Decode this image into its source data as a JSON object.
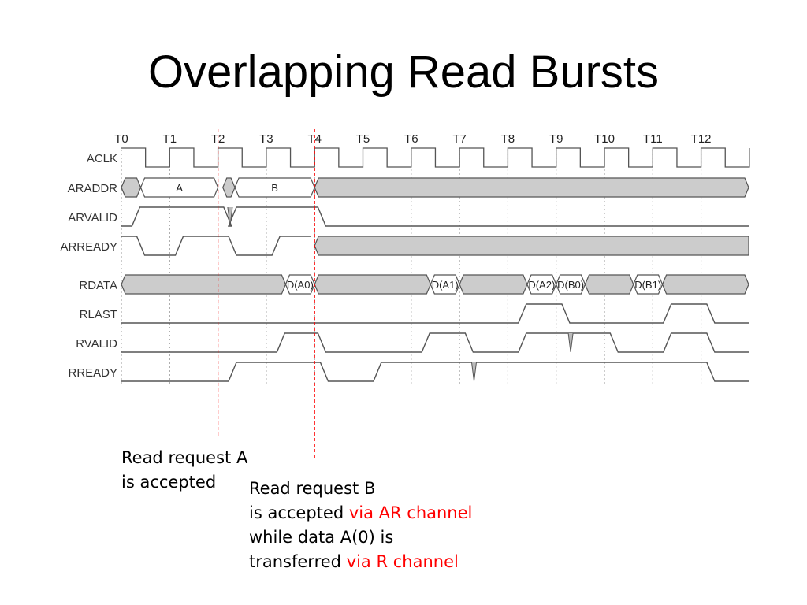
{
  "title": "Overlapping Read Bursts",
  "colors": {
    "accent_red": "#ff0000",
    "bus_fill": "#cccccc",
    "line": "#555555"
  },
  "diagram": {
    "cycles": [
      "T0",
      "T1",
      "T2",
      "T3",
      "T4",
      "T5",
      "T6",
      "T7",
      "T8",
      "T9",
      "T10",
      "T11",
      "T12"
    ],
    "signals": [
      "ACLK",
      "ARADDR",
      "ARVALID",
      "ARREADY",
      "RDATA",
      "RLAST",
      "RVALID",
      "RREADY"
    ],
    "araddr": {
      "segments": [
        {
          "from": 0,
          "to": 0.4,
          "kind": "invalid"
        },
        {
          "from": 0.4,
          "to": 2.0,
          "kind": "value",
          "label": "A"
        },
        {
          "from": 2.1,
          "to": 2.35,
          "kind": "invalid"
        },
        {
          "from": 2.35,
          "to": 4.0,
          "kind": "value",
          "label": "B"
        },
        {
          "from": 4.0,
          "to": 13.0,
          "kind": "invalid"
        }
      ]
    },
    "rdata": {
      "segments": [
        {
          "from": 0,
          "to": 3.4,
          "kind": "invalid"
        },
        {
          "from": 3.4,
          "to": 4.0,
          "kind": "value",
          "label": "D(A0)"
        },
        {
          "from": 4.0,
          "to": 6.4,
          "kind": "invalid"
        },
        {
          "from": 6.4,
          "to": 7.0,
          "kind": "value",
          "label": "D(A1)"
        },
        {
          "from": 7.0,
          "to": 8.4,
          "kind": "invalid"
        },
        {
          "from": 8.4,
          "to": 9.0,
          "kind": "value",
          "label": "D(A2)"
        },
        {
          "from": 9.0,
          "to": 9.6,
          "kind": "value",
          "label": "D(B0)"
        },
        {
          "from": 9.6,
          "to": 10.6,
          "kind": "invalid"
        },
        {
          "from": 10.6,
          "to": 11.2,
          "kind": "value",
          "label": "D(B1)"
        },
        {
          "from": 11.2,
          "to": 13.0,
          "kind": "invalid"
        }
      ]
    },
    "arvalid": {
      "high_intervals": [
        [
          0.3,
          2.2
        ],
        [
          2.3,
          4.15
        ]
      ]
    },
    "arready": {
      "low_intervals": [
        [
          0.4,
          1.2
        ],
        [
          2.3,
          3.2
        ]
      ]
    },
    "rlast": {
      "high_intervals": [
        [
          8.3,
          9.2
        ],
        [
          11.3,
          12.2
        ]
      ]
    },
    "rvalid": {
      "high_intervals": [
        [
          3.3,
          4.15
        ],
        [
          6.3,
          7.2
        ],
        [
          8.3,
          10.2
        ],
        [
          11.3,
          12.2
        ]
      ]
    },
    "rvalid_glitches": [
      9.3
    ],
    "rready": {
      "high_intervals": [
        [
          2.3,
          4.2
        ],
        [
          5.3,
          12.2
        ]
      ]
    },
    "rready_glitches": [
      7.3
    ],
    "markers": [
      {
        "name": "read-request-a-marker",
        "cycle": 2.0
      },
      {
        "name": "read-request-b-marker",
        "cycle": 4.0
      }
    ]
  },
  "annotations": {
    "a": {
      "line1": "Read request A",
      "line2": "is accepted"
    },
    "b": {
      "line1": "Read request B",
      "line2_prefix": "is accepted ",
      "line2_red": "via AR channel",
      "line3": "while data A(0) is",
      "line4_prefix": "transferred ",
      "line4_red": "via R channel"
    }
  }
}
